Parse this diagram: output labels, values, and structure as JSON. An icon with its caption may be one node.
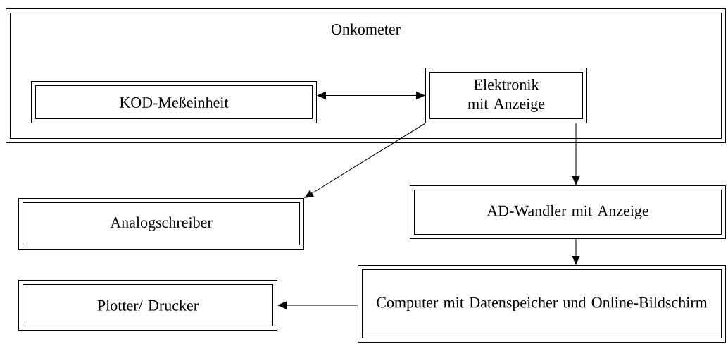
{
  "diagram": {
    "nodes": [
      {
        "text": [
          "Onkometer"
        ]
      },
      {
        "text": [
          "KOD-Meßeinheit"
        ],
        "in": 0
      },
      {
        "text": [
          "Elektronik mit Anzeige"
        ],
        "in": 0
      },
      {
        "text": [
          "Analogschreiber"
        ]
      },
      {
        "text": [
          "AD-Wandler mit Anzeige"
        ]
      },
      {
        "text": [
          "Computer mit Datenspeicher und Online-Bildschirm"
        ]
      },
      {
        "text": [
          "Plotter/ Drucker"
        ]
      }
    ],
    "edges": [
      {
        "from": 1,
        "to": 2,
        "arrow": "both"
      },
      {
        "from": 2,
        "to": 3,
        "arrow": "to"
      },
      {
        "from": 2,
        "to": 4,
        "arrow": "to"
      },
      {
        "from": 4,
        "to": 5,
        "arrow": "to"
      },
      {
        "from": 5,
        "to": 6,
        "arrow": "to"
      }
    ]
  }
}
